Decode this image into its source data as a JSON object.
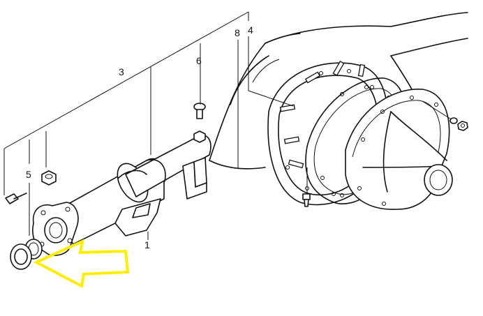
{
  "callouts": {
    "c1": "1",
    "c3": "3",
    "c4": "4",
    "c5": "5",
    "c6": "6",
    "c8": "8"
  },
  "highlight": {
    "color": "#ffee00",
    "icon": "arrow-pointing-left-icon"
  }
}
